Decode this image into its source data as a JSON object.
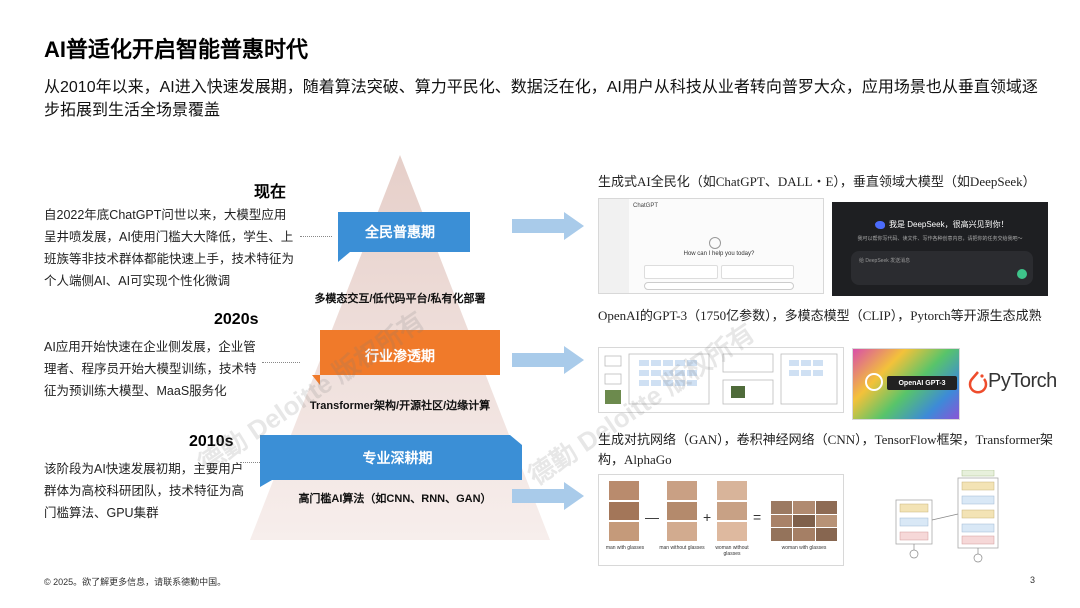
{
  "title": "AI普适化开启智能普惠时代",
  "subtitle": "从2010年以来，AI进入快速发展期，随着算法突破、算力平民化、数据泛在化，AI用户从科技从业者转向普罗大众，应用场景也从垂直领域逐步拓展到生活全场景覆盖",
  "eras": [
    {
      "label": "现在",
      "desc": "自2022年底ChatGPT问世以来，大模型应用呈井喷发展，AI使用门槛大大降低，学生、上班族等非技术群体都能快速上手，技术特征为个人端侧AI、AI可实现个性化微调"
    },
    {
      "label": "2020s",
      "desc": "AI应用开始快速在企业侧发展，企业管理者、程序员开始大模型训练，技术特征为预训练大模型、MaaS服务化"
    },
    {
      "label": "2010s",
      "desc": "该阶段为AI快速发展初期，主要用户群体为高校科研团队，技术特征为高门槛算法、GPU集群"
    }
  ],
  "bands": [
    {
      "label": "全民普惠期",
      "sub": "多模态交互/低代码平台/私有化部署",
      "color": "#3b8fd6"
    },
    {
      "label": "行业渗透期",
      "sub": "Transformer架构/开源社区/边缘计算",
      "color": "#f07a2a"
    },
    {
      "label": "专业深耕期",
      "sub": "高门槛AI算法（如CNN、RNN、GAN）",
      "color": "#3b8fd6"
    }
  ],
  "right": [
    {
      "text": "生成式AI全民化（如ChatGPT、DALL・E），垂直领域大模型（如DeepSeek）"
    },
    {
      "text": "OpenAI的GPT-3（1750亿参数），多模态模型（CLIP），Pytorch等开源生态成熟"
    },
    {
      "text": "生成对抗网络（GAN），卷积神经网络（CNN），TensorFlow框架，Transformer架构，AlphaGo"
    }
  ],
  "shots": {
    "chatgpt_prompt": "How can I help you today?",
    "chatgpt_header": "ChatGPT",
    "deepseek_greeting": "我是 DeepSeek，很高兴见到你！",
    "deepseek_sub": "我可以帮你写代码、读文件、写作各种创意内容，请把你的任务交给我吧～",
    "deepseek_input": "给 DeepSeek 发送消息",
    "gpt3_label": "OpenAI GPT-3",
    "pytorch_label": "PyTorch",
    "gan_labels": [
      "man with glasses",
      "man without glasses",
      "woman without glasses",
      "woman with glasses"
    ],
    "gan_ops": [
      "—",
      "+",
      "="
    ]
  },
  "watermark": [
    "德勤 Deloitte 版权所有",
    "德勤 Deloitte 版权所有",
    "德勤"
  ],
  "footer": {
    "left": "© 2025。欲了解更多信息，请联系德勤中国。",
    "right": "3"
  },
  "colors": {
    "blue": "#3b8fd6",
    "orange": "#f07a2a",
    "arrow": "#a9cbea",
    "pyramid_top": "#e9d4cf",
    "pyramid_bottom": "#f6eeec"
  }
}
